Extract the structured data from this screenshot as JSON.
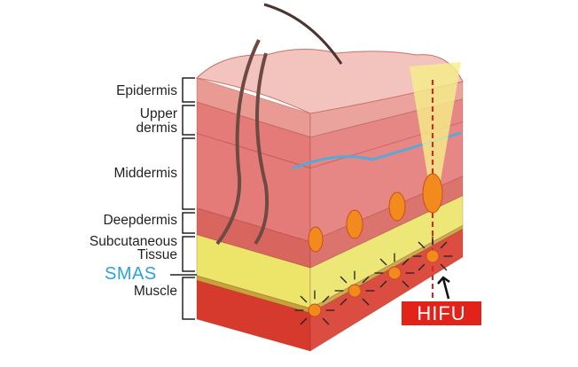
{
  "labels": {
    "epidermis": "Epidermis",
    "upper_dermis_1": "Upper",
    "upper_dermis_2": "dermis",
    "middermis": "Middermis",
    "deepdermis": "Deepdermis",
    "subcutaneous_1": "Subcutaneous",
    "subcutaneous_2": "Tissue",
    "smas": "SMAS",
    "muscle": "Muscle"
  },
  "hifu_label": "HIFU",
  "colors": {
    "smas_text": "#2aa3dc",
    "hifu": "#e2231a",
    "epidermis": "#e99a93",
    "dermis": "#e47b78",
    "deepdermis": "#d9655f",
    "subcutaneous": "#ece56a",
    "muscle": "#d63a2c",
    "focal_point": "#f28a1e"
  }
}
